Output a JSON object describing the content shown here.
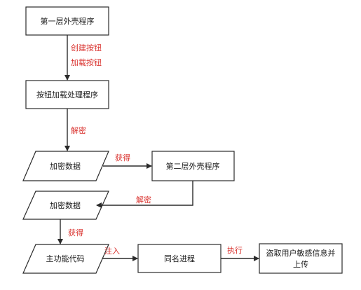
{
  "nodes": {
    "shell1": "第一层外壳程序",
    "button_loader": "按钮加载处理程序",
    "encrypted1": "加密数据",
    "shell2": "第二层外壳程序",
    "encrypted2": "加密数据",
    "main_code": "主功能代码",
    "same_process": "同名进程",
    "steal": [
      "盗取用户敏感信息并",
      "上传"
    ]
  },
  "edges": {
    "create_button": "创建按钮",
    "load_button": "加载按钮",
    "decrypt1": "解密",
    "obtain1": "获得",
    "decrypt2": "解密",
    "obtain2": "获得",
    "inject": "注入",
    "execute": "执行"
  },
  "colors": {
    "box_stroke": "#2b2b2b",
    "arrow": "#2b2b2b",
    "edge_label": "#d9302c",
    "node_text": "#1a1a1a"
  }
}
